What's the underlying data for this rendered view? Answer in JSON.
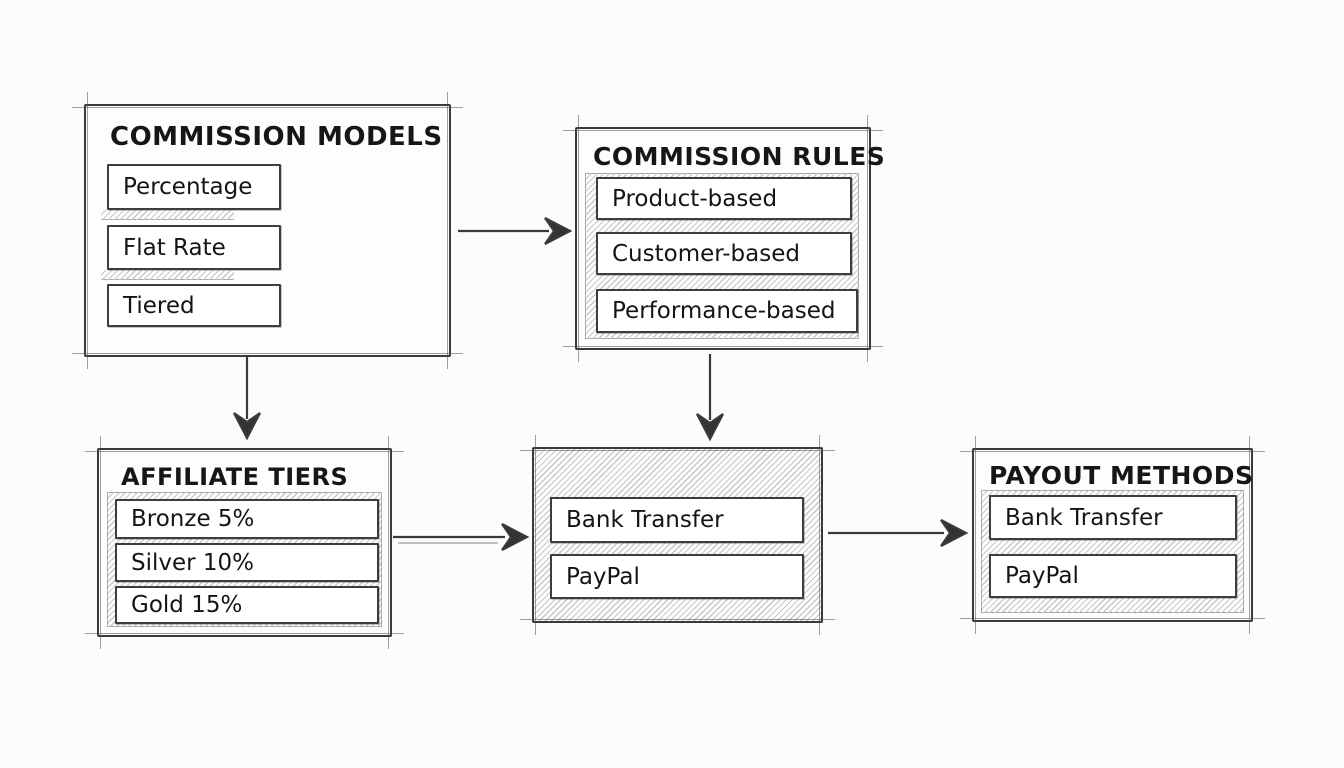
{
  "palette": {
    "background": "#fcfcfa",
    "ink": "#3a3a3a",
    "text": "#141414",
    "hatch_gray": "#7d7d7d",
    "panel_white": "#fffffe"
  },
  "boxes": {
    "commission_models": {
      "title": "COMMISSION MODELS",
      "items": [
        "Percentage",
        "Flat Rate",
        "Tiered"
      ]
    },
    "commission_rules": {
      "title": "COMMISSION RULES",
      "items": [
        "Product-based",
        "Customer-based",
        "Performance-based"
      ]
    },
    "affiliate_tiers": {
      "title": "AFFILIATE TIERS",
      "items": [
        "Bronze 5%",
        "Silver 10%",
        "Gold 15%"
      ]
    },
    "payment_channels": {
      "items": [
        "Bank Transfer",
        "PayPal"
      ]
    },
    "payout_methods": {
      "title": "PAYOUT METHODS",
      "items": [
        "Bank Transfer",
        "PayPal"
      ]
    }
  },
  "connections": [
    {
      "from": "COMMISSION MODELS",
      "to": "COMMISSION RULES",
      "direction": "right"
    },
    {
      "from": "COMMISSION MODELS",
      "to": "AFFILIATE TIERS",
      "direction": "down"
    },
    {
      "from": "COMMISSION RULES",
      "to": "untitled payment channels box",
      "direction": "down"
    },
    {
      "from": "AFFILIATE TIERS",
      "to": "untitled payment channels box",
      "direction": "right"
    },
    {
      "from": "untitled payment channels box",
      "to": "PAYOUT METHODS",
      "direction": "right"
    }
  ]
}
